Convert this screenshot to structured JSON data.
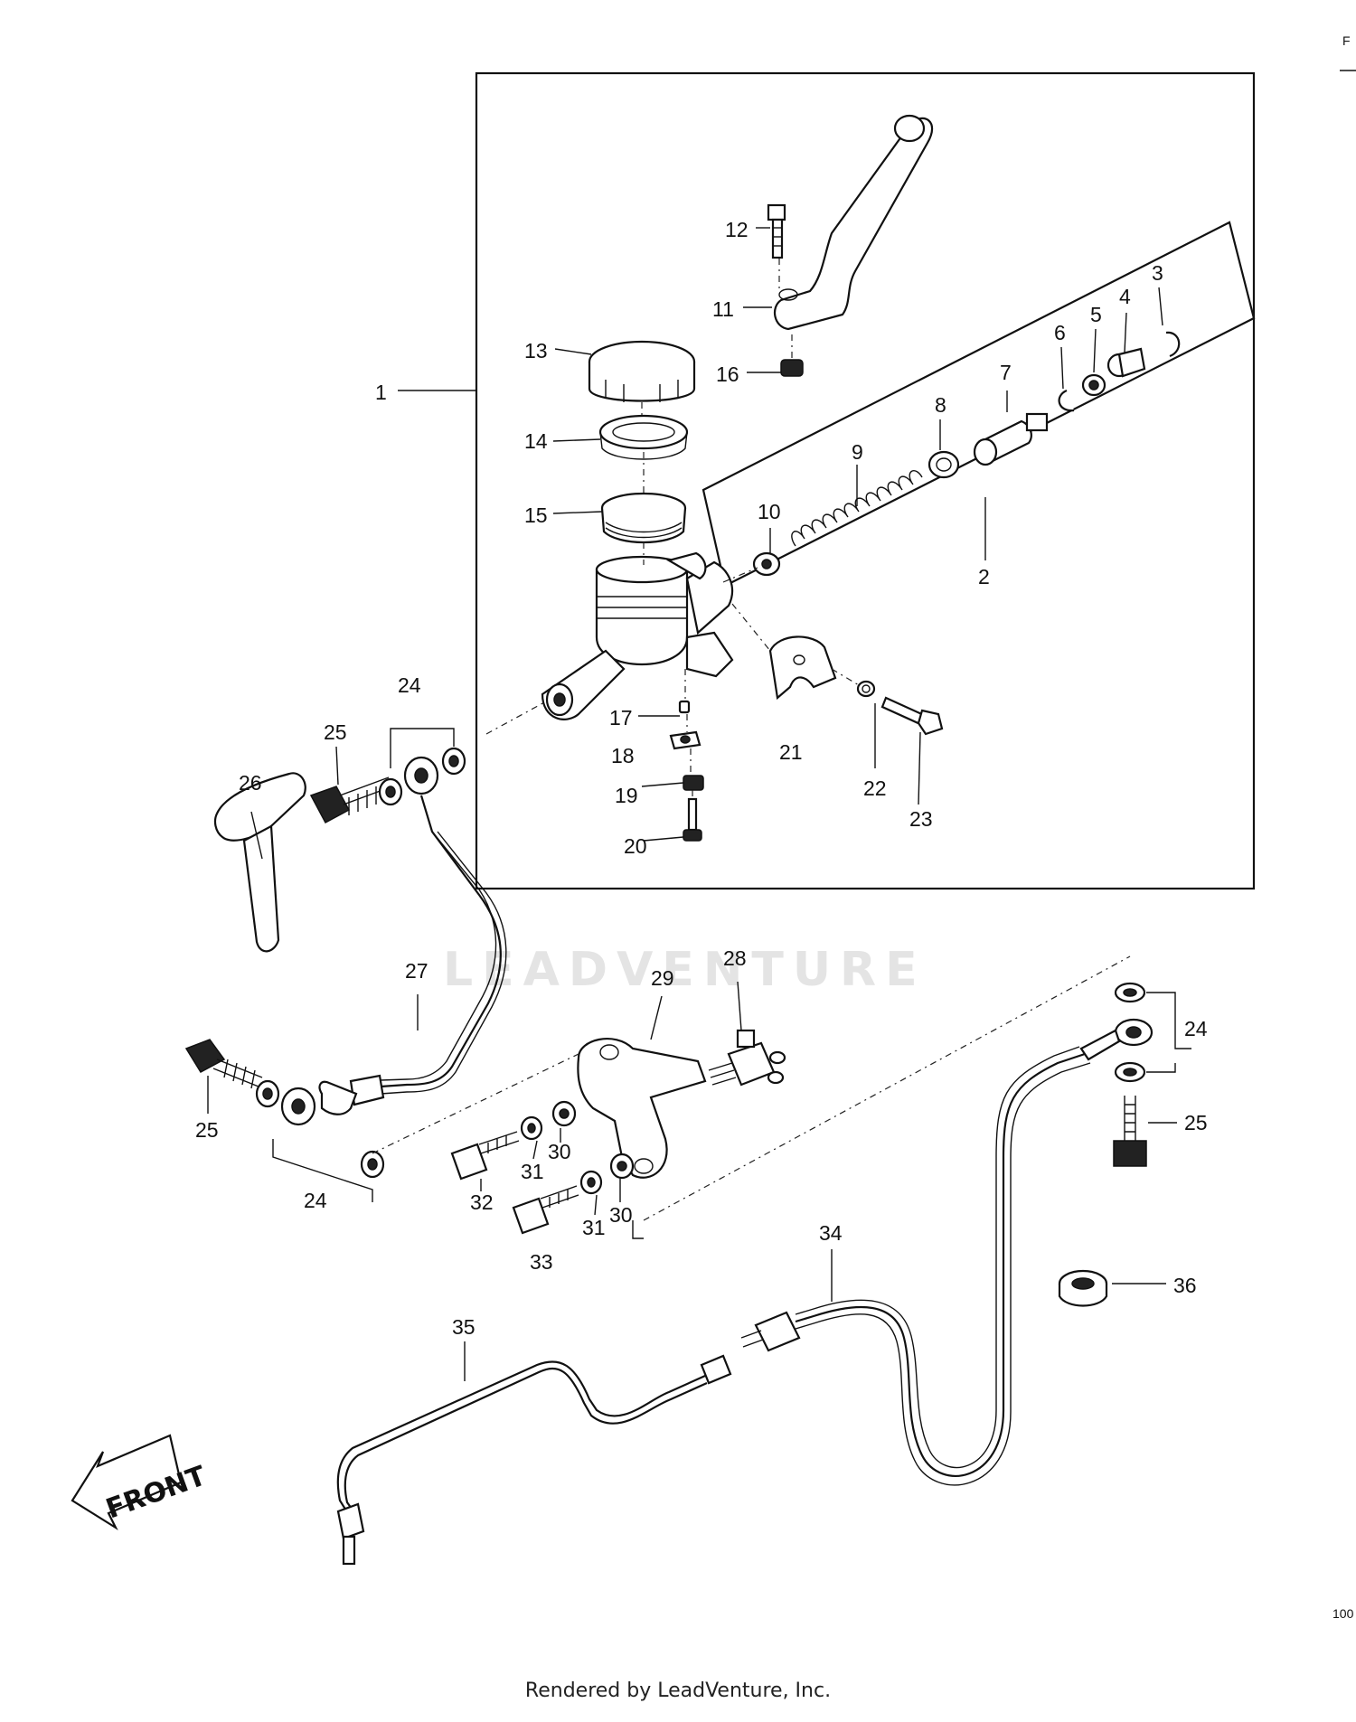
{
  "diagram": {
    "watermark": "LEADVENTURE",
    "front_label": "FRONT",
    "corner_top": "F",
    "corner_bottom": "100",
    "callouts": [
      {
        "id": "c1",
        "label": "1"
      },
      {
        "id": "c2",
        "label": "2"
      },
      {
        "id": "c3",
        "label": "3"
      },
      {
        "id": "c4",
        "label": "4"
      },
      {
        "id": "c5",
        "label": "5"
      },
      {
        "id": "c6",
        "label": "6"
      },
      {
        "id": "c7",
        "label": "7"
      },
      {
        "id": "c8",
        "label": "8"
      },
      {
        "id": "c9",
        "label": "9"
      },
      {
        "id": "c10",
        "label": "10"
      },
      {
        "id": "c11",
        "label": "11"
      },
      {
        "id": "c12",
        "label": "12"
      },
      {
        "id": "c13",
        "label": "13"
      },
      {
        "id": "c14",
        "label": "14"
      },
      {
        "id": "c15",
        "label": "15"
      },
      {
        "id": "c16",
        "label": "16"
      },
      {
        "id": "c17",
        "label": "17"
      },
      {
        "id": "c18",
        "label": "18"
      },
      {
        "id": "c19",
        "label": "19"
      },
      {
        "id": "c20",
        "label": "20"
      },
      {
        "id": "c21",
        "label": "21"
      },
      {
        "id": "c22",
        "label": "22"
      },
      {
        "id": "c23",
        "label": "23"
      },
      {
        "id": "c24a",
        "label": "24"
      },
      {
        "id": "c24b",
        "label": "24"
      },
      {
        "id": "c24c",
        "label": "24"
      },
      {
        "id": "c25a",
        "label": "25"
      },
      {
        "id": "c25b",
        "label": "25"
      },
      {
        "id": "c25c",
        "label": "25"
      },
      {
        "id": "c26",
        "label": "26"
      },
      {
        "id": "c27",
        "label": "27"
      },
      {
        "id": "c28",
        "label": "28"
      },
      {
        "id": "c29",
        "label": "29"
      },
      {
        "id": "c30a",
        "label": "30"
      },
      {
        "id": "c30b",
        "label": "30"
      },
      {
        "id": "c31a",
        "label": "31"
      },
      {
        "id": "c31b",
        "label": "31"
      },
      {
        "id": "c32",
        "label": "32"
      },
      {
        "id": "c33",
        "label": "33"
      },
      {
        "id": "c34",
        "label": "34"
      },
      {
        "id": "c35",
        "label": "35"
      },
      {
        "id": "c36",
        "label": "36"
      }
    ]
  },
  "footer": {
    "text": "Rendered by LeadVenture, Inc."
  }
}
